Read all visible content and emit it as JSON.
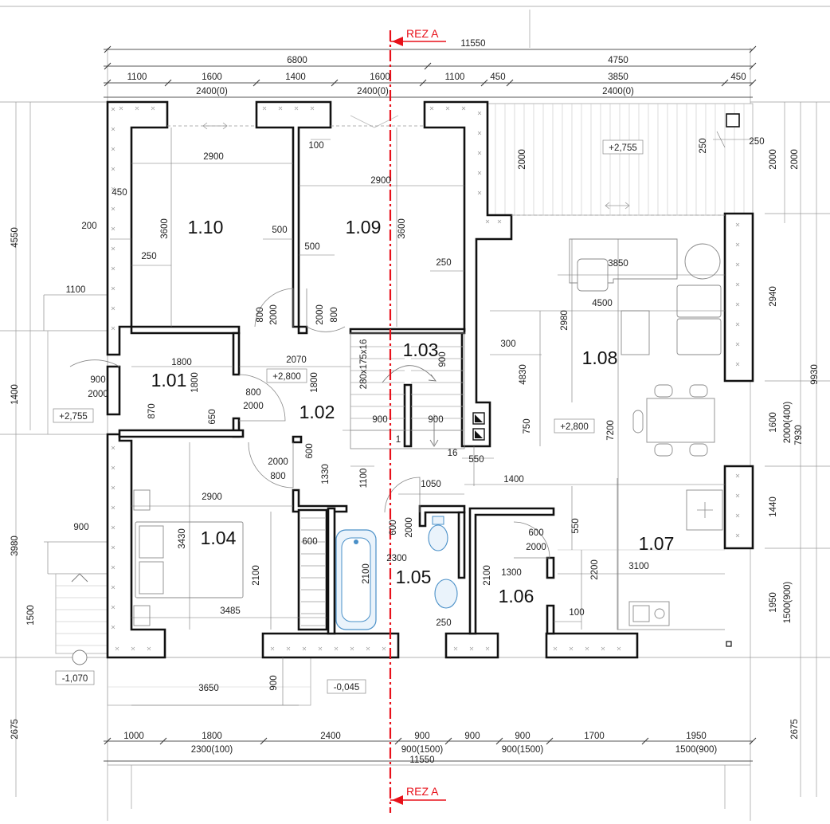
{
  "section_marks": [
    {
      "id": "top",
      "label": "REZ A"
    },
    {
      "id": "bottom",
      "label": "REZ A"
    }
  ],
  "top_dims": {
    "overall": "11550",
    "left_total": "6800",
    "right_total": "4750",
    "segments": [
      "1100",
      "1600",
      "1400",
      "1600",
      "1100",
      "450",
      "3850",
      "450"
    ],
    "openings": [
      "2400(0)",
      "2400(0)",
      "2400(0)"
    ]
  },
  "bottom_dims": {
    "segments": [
      "1000",
      "1800",
      "2400",
      "900",
      "900",
      "900",
      "1700",
      "1950"
    ],
    "openings": [
      "2300(100)",
      "900(1500)",
      "900(1500)",
      "1500(900)"
    ],
    "overall": "11550"
  },
  "left_dims": [
    "4550",
    "1400",
    "3980",
    "2675",
    "1100",
    "900",
    "1500",
    "200"
  ],
  "right_dims": [
    "2000",
    "2000",
    "2940",
    "1600",
    "2000(400)",
    "7930",
    "9930",
    "1440",
    "1950",
    "1500(900)",
    "2675"
  ],
  "rooms": [
    {
      "id": "1.10",
      "label": "1.10"
    },
    {
      "id": "1.09",
      "label": "1.09"
    },
    {
      "id": "1.08",
      "label": "1.08"
    },
    {
      "id": "1.03",
      "label": "1.03"
    },
    {
      "id": "1.01",
      "label": "1.01"
    },
    {
      "id": "1.02",
      "label": "1.02"
    },
    {
      "id": "1.04",
      "label": "1.04"
    },
    {
      "id": "1.05",
      "label": "1.05"
    },
    {
      "id": "1.06",
      "label": "1.06"
    },
    {
      "id": "1.07",
      "label": "1.07"
    }
  ],
  "levels": [
    "+2,755",
    "+2,800",
    "+2,755",
    "+2,800",
    "-1,070",
    "-0,045"
  ],
  "stair_label": "280x175x16",
  "interior_dims": {
    "r110": [
      "2900",
      "3600",
      "450",
      "250",
      "500",
      "800",
      "2000"
    ],
    "r109": [
      "100",
      "2900",
      "3600",
      "500",
      "250",
      "2000",
      "800"
    ],
    "r108": [
      "3850",
      "4500",
      "2980",
      "300",
      "4830",
      "750",
      "7200"
    ],
    "r101": [
      "1800",
      "900",
      "2000",
      "870",
      "1800",
      "650"
    ],
    "r102": [
      "2070",
      "800",
      "2000",
      "1800"
    ],
    "r103": [
      "900",
      "900",
      "900",
      "1"
    ],
    "r104": [
      "2000",
      "800",
      "600",
      "1330",
      "2900",
      "3430",
      "2100",
      "3485",
      "600"
    ],
    "r105": [
      "1100",
      "1050",
      "600",
      "2000",
      "2300",
      "2100",
      "250",
      "16"
    ],
    "r106": [
      "550",
      "1400",
      "600",
      "2000",
      "550",
      "2100",
      "1300",
      "100"
    ],
    "r107": [
      "2200",
      "3100"
    ],
    "terrace": [
      "2000",
      "250",
      "250"
    ],
    "entrance": [
      "3650",
      "900"
    ]
  }
}
